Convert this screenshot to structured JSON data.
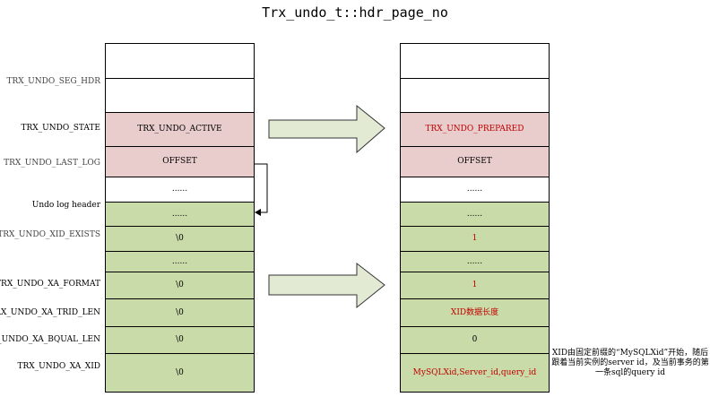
{
  "title": "Trx_undo_t::hdr_page_no",
  "row_labels": [
    "TRX_UNDO_SEG_HDR",
    "TRX_UNDO_STATE",
    "TRX_UNDO_LAST_LOG",
    "Undo log header",
    "TRX_UNDO_XID_EXISTS",
    "TRX_UNDO_XA_FORMAT",
    "TRX_UNDO_XA_TRID_LEN",
    "TRX_UNDO_XA_BQUAL_LEN",
    "TRX_UNDO_XA_XID"
  ],
  "left_cells": [
    "",
    "",
    "TRX_UNDO_ACTIVE",
    "OFFSET",
    "......",
    "......",
    "\\0",
    "......",
    "\\0",
    "\\0",
    "\\0",
    "\\0"
  ],
  "right_cells": [
    "",
    "",
    "TRX_UNDO_PREPARED",
    "OFFSET",
    "......",
    "......",
    "1",
    "......",
    "1",
    "XID数据长度",
    "0",
    "MySQLXid,Server_id,query_id"
  ],
  "cell_fills": [
    "white",
    "white",
    "pink",
    "pink",
    "white",
    "green",
    "green",
    "green",
    "green",
    "green",
    "green",
    "green"
  ],
  "right_red_cells": [
    2,
    6,
    8,
    9,
    11
  ],
  "colors": {
    "white_fill": "#ffffff",
    "pink_fill": "#e9cccc",
    "green_fill": "#c9dba8",
    "arrow_fill": "#e2ead4",
    "highlight_text": "#c00000"
  },
  "note": "XID由固定前缀的“MySQLXid”开始，随后跟着当前实例的server id，及当前事务的第一条sql的query id"
}
